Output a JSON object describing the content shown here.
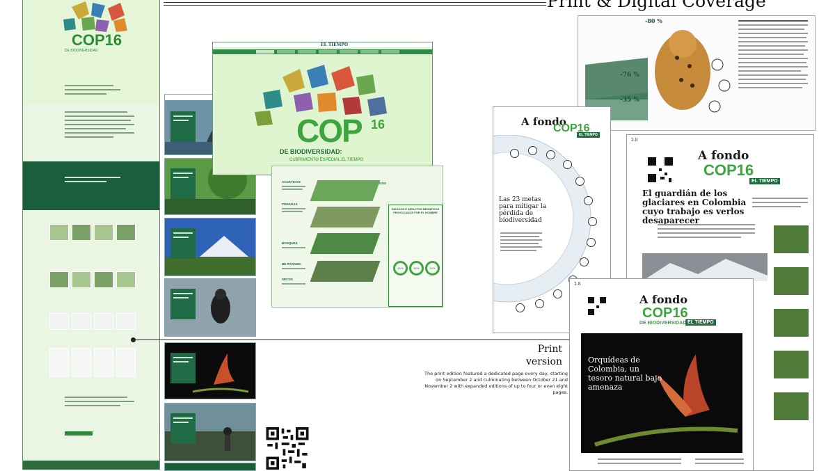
{
  "heading": {
    "title": "Print & Digital Coverage"
  },
  "print": {
    "title_line1": "Print",
    "title_line2": "version",
    "description": "The print edition featured a dedicated page every day, starting on September 2 and culminating between October 21 and November 2 with expanded editions of up to four or even eight pages."
  },
  "desktop": {
    "logo": "EL TIEMPO",
    "cop": "COP",
    "cop_num": "16",
    "subtitle": "DE BIODIVERSIDAD:",
    "subtitle2": "CUBRIMIENTO ESPECIAL EL TIEMPO"
  },
  "web_strip": {
    "cop": "COP16",
    "sub": "DE BIODIVERSIDAD"
  },
  "infographic": {
    "impact_title": "RIESGOS E IMPACTOS NEGATIVOS PROVOCADOS POR EL HOMBRE",
    "labels": [
      "ACUÁTICOS",
      "CÉNAGAS",
      "BOSQUES",
      "DE PÁRAMO",
      "SECOS",
      "LAGOS"
    ],
    "rings": [
      "61%",
      "51%",
      "21%"
    ],
    "colors": {
      "accent": "#3ea440",
      "dark": "#1f5f3a"
    }
  },
  "newspaper1": {
    "kicker": "A fondo",
    "cop": "COP16",
    "headline": "Las 23 metas para mitigar la pérdida de biodiversidad",
    "badge": "EL TIEMPO"
  },
  "newspaper2": {
    "kicker": "A fondo",
    "cop": "COP16",
    "headline": "El guardián de los glaciares en Colombia cuyo trabajo es verlos desaparecer",
    "badge": "EL TIEMPO",
    "page_num": "2.8"
  },
  "newspaper3": {
    "kicker": "A fondo",
    "cop": "COP16",
    "headline": "Orquídeas de Colombia, un tesoro natural bajo amenaza",
    "badge": "EL TIEMPO",
    "sub": "DE BIODIVERSIDAD",
    "page_num": "2.8"
  },
  "jaguar_page": {
    "stats": [
      "-80 %",
      "-76 %",
      "-35 %"
    ]
  },
  "colors": {
    "green_dark": "#1b5e3c",
    "green": "#3ea440",
    "bg_light": "#e4f5d8"
  }
}
